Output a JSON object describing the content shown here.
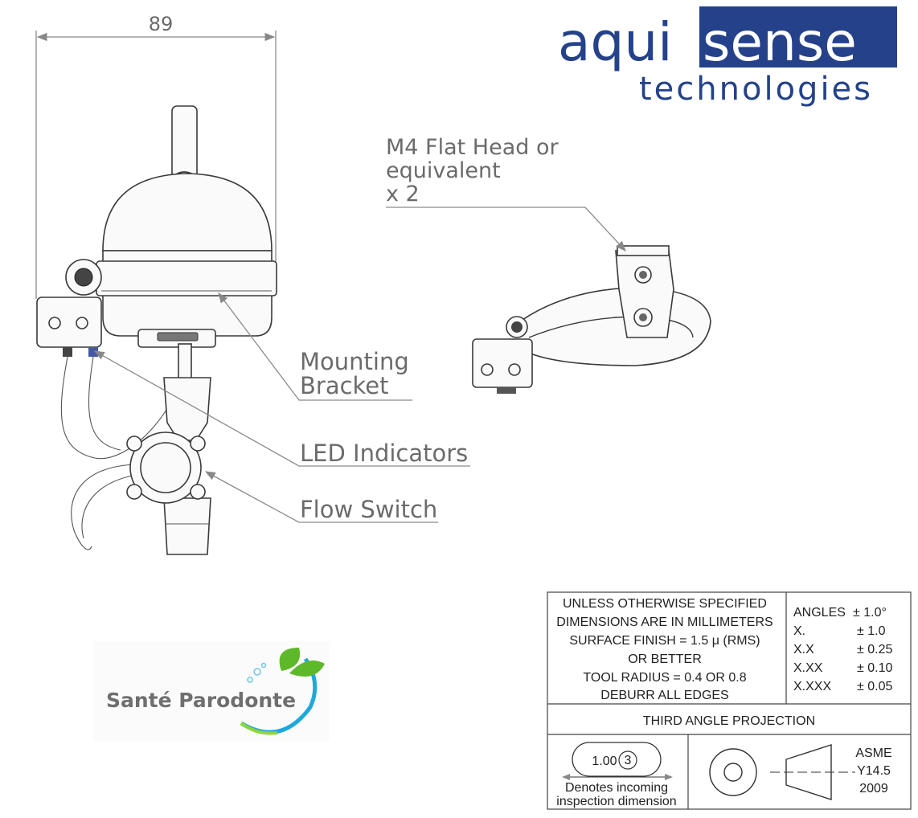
{
  "dimension": {
    "width": "89"
  },
  "logo": {
    "part1": "aqui",
    "part2": "sense",
    "part3": "technologies",
    "color_dark": "#24418a",
    "color_light": "#ffffff"
  },
  "callouts": {
    "screw_line1": "M4 Flat Head or",
    "screw_line2": "equivalent",
    "screw_line3": "x 2",
    "mount_line1": "Mounting",
    "mount_line2": "Bracket",
    "led": "LED Indicators",
    "flow": "Flow Switch"
  },
  "sante_logo": {
    "text": "Santé Parodonte",
    "leaf_color": "#5db82a",
    "ring_color": "#1ea8dc"
  },
  "title_block": {
    "notes": [
      "UNLESS OTHERWISE SPECIFIED",
      "DIMENSIONS ARE IN MILLIMETERS",
      "SURFACE FINISH = 1.5 μ (RMS)",
      "OR BETTER",
      "TOOL RADIUS = 0.4 OR 0.8",
      "DEBURR ALL EDGES"
    ],
    "tolerances": [
      {
        "label": "ANGLES",
        "value": "± 1.0°"
      },
      {
        "label": "X.",
        "value": "± 1.0"
      },
      {
        "label": "X.X",
        "value": "± 0.25"
      },
      {
        "label": "X.XX",
        "value": "± 0.10"
      },
      {
        "label": "X.XXX",
        "value": "± 0.05"
      }
    ],
    "projection": "THIRD ANGLE PROJECTION",
    "inspection_value": "1.00",
    "inspection_number": "3",
    "inspection_note1": "Denotes incoming",
    "inspection_note2": "inspection dimension",
    "standard1": "ASME",
    "standard2": "Y14.5",
    "standard3": "2009"
  }
}
